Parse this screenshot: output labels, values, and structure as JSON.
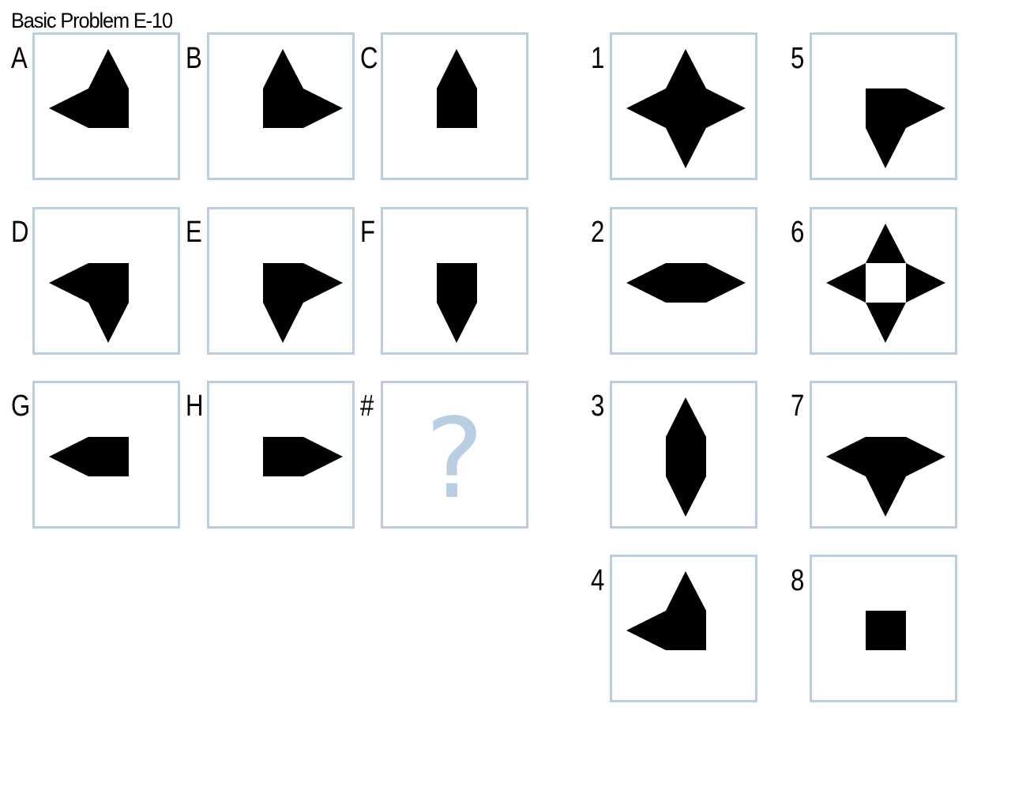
{
  "title": "Basic Problem E-10",
  "colors": {
    "panel_border": "#b9cde3",
    "shape_fill": "#000000",
    "question_mark": "#b9cde3",
    "background": "#ffffff"
  },
  "matrix": [
    {
      "label": "A",
      "shape": "tip-up-left-icon"
    },
    {
      "label": "B",
      "shape": "tip-up-right-icon"
    },
    {
      "label": "C",
      "shape": "tip-up-icon"
    },
    {
      "label": "D",
      "shape": "tip-down-left-icon"
    },
    {
      "label": "E",
      "shape": "tip-down-right-icon"
    },
    {
      "label": "F",
      "shape": "tip-down-icon"
    },
    {
      "label": "G",
      "shape": "tip-left-icon"
    },
    {
      "label": "H",
      "shape": "tip-right-icon"
    },
    {
      "label": "#",
      "symbol": "?"
    }
  ],
  "answers": [
    {
      "label": "1",
      "shape": "four-point-star-icon"
    },
    {
      "label": "2",
      "shape": "horizontal-hexagon-icon"
    },
    {
      "label": "3",
      "shape": "vertical-hexagon-icon"
    },
    {
      "label": "4",
      "shape": "tip-up-left-icon"
    },
    {
      "label": "5",
      "shape": "tip-down-right-icon"
    },
    {
      "label": "6",
      "shape": "hollow-four-point-star-icon"
    },
    {
      "label": "7",
      "shape": "tip-down-left-right-icon"
    },
    {
      "label": "8",
      "shape": "square-icon"
    }
  ]
}
